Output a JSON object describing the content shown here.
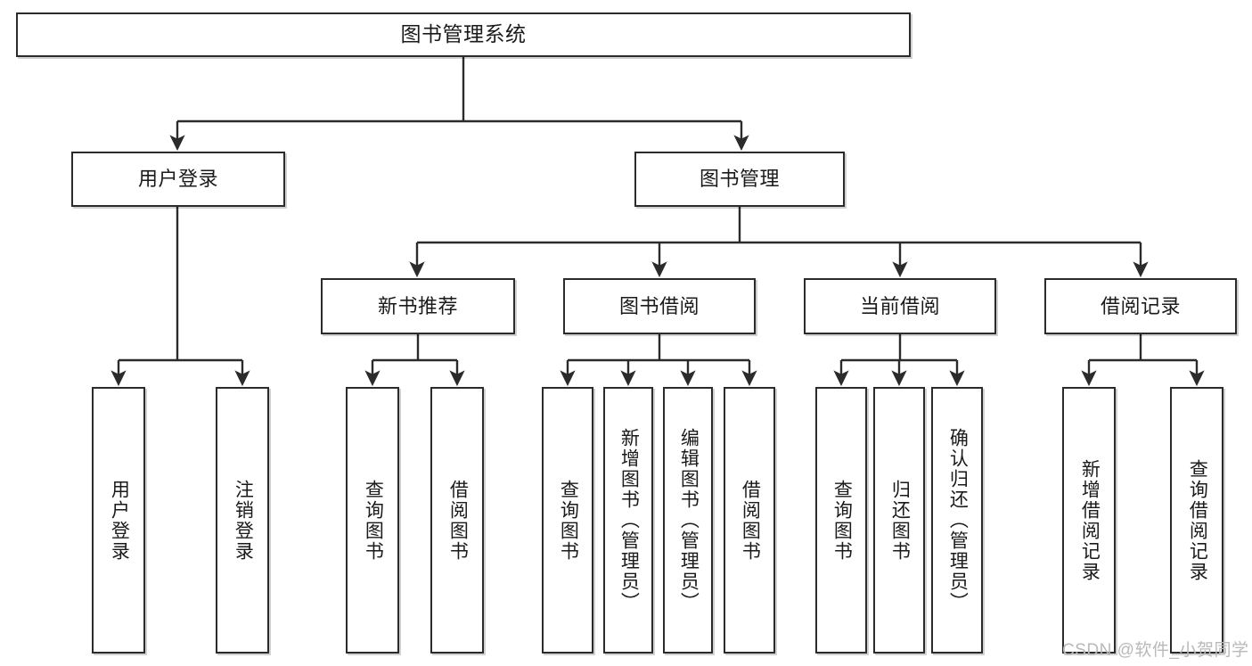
{
  "diagram": {
    "title": "图书管理系统",
    "type": "tree-hierarchy",
    "colors": {
      "box_border": "#2b2b2b",
      "box_fill": "#ffffff",
      "edge": "#2b2b2b",
      "text": "#1a1a1a",
      "watermark": "#b9b9b9"
    }
  },
  "nodes": {
    "root": {
      "label": "图书管理系统",
      "level": 0
    },
    "l1": [
      {
        "id": "user-login",
        "label": "用户登录"
      },
      {
        "id": "book-manage",
        "label": "图书管理"
      }
    ],
    "l2": [
      {
        "id": "new-book-rec",
        "label": "新书推荐"
      },
      {
        "id": "book-borrow",
        "label": "图书借阅"
      },
      {
        "id": "current-borrow",
        "label": "当前借阅"
      },
      {
        "id": "borrow-record",
        "label": "借阅记录"
      }
    ],
    "leaves": {
      "user-login": [
        {
          "id": "leaf-user-login",
          "label": "用户登录"
        },
        {
          "id": "leaf-logout",
          "label": "注销登录"
        }
      ],
      "new-book-rec": [
        {
          "id": "leaf-query-book-1",
          "label": "查询图书"
        },
        {
          "id": "leaf-borrow-book-1",
          "label": "借阅图书"
        }
      ],
      "book-borrow": [
        {
          "id": "leaf-query-book-2",
          "label": "查询图书"
        },
        {
          "id": "leaf-add-book",
          "label": "新增图书（管理员）"
        },
        {
          "id": "leaf-edit-book",
          "label": "编辑图书（管理员）"
        },
        {
          "id": "leaf-borrow-book-2",
          "label": "借阅图书"
        }
      ],
      "current-borrow": [
        {
          "id": "leaf-query-book-3",
          "label": "查询图书"
        },
        {
          "id": "leaf-return-book",
          "label": "归还图书"
        },
        {
          "id": "leaf-confirm-return",
          "label": "确认归还（管理员）"
        }
      ],
      "borrow-record": [
        {
          "id": "leaf-add-record",
          "label": "新增借阅记录"
        },
        {
          "id": "leaf-query-record",
          "label": "查询借阅记录"
        }
      ]
    }
  },
  "watermark": {
    "text": "CSDN @软件_小贺同学"
  }
}
